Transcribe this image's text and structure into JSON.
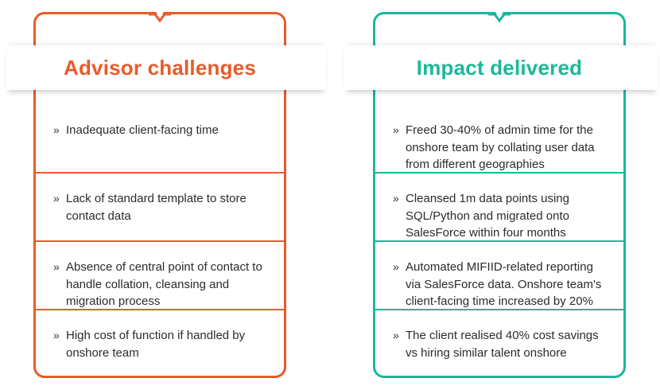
{
  "colors": {
    "challenges_accent": "#ea5a2b",
    "impact_accent": "#1cb79b",
    "text": "#2b2b2b"
  },
  "bullet_glyph": "»",
  "challenges": {
    "title": "Advisor challenges",
    "items": [
      "Inadequate client-facing time",
      "Lack of standard template to store contact data",
      "Absence of central point of contact to handle collation, cleansing and migration process",
      "High cost of function if handled by onshore team"
    ]
  },
  "impact": {
    "title": "Impact delivered",
    "items": [
      "Freed 30-40% of admin time for the onshore team by collating user data from different geographies",
      "Cleansed 1m data points using SQL/Python and migrated onto SalesForce within four months",
      "Automated MIFIID-related reporting via SalesForce data. Onshore team's client-facing time increased by 20%",
      "The client realised 40% cost savings vs hiring similar talent onshore"
    ]
  }
}
